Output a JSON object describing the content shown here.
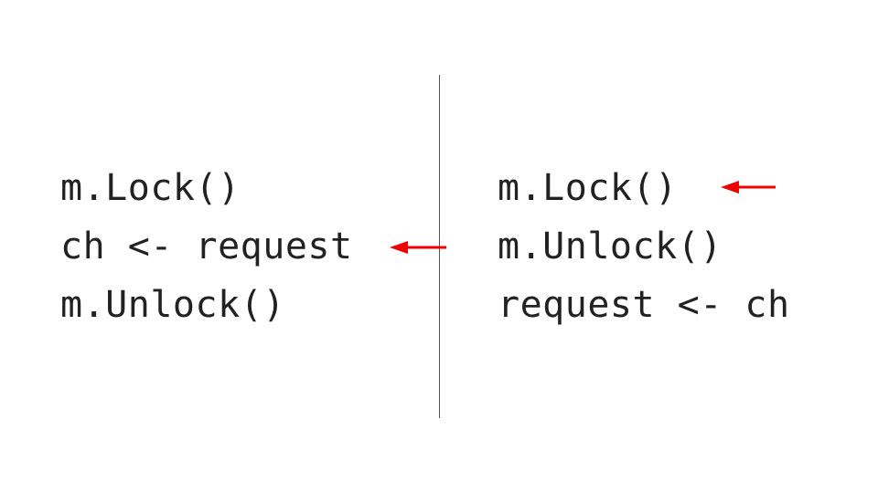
{
  "left_code": {
    "lines": [
      "m.Lock()",
      "ch <- request",
      "m.Unlock()"
    ]
  },
  "right_code": {
    "lines": [
      "m.Lock()",
      "m.Unlock()",
      "request <- ch"
    ]
  },
  "colors": {
    "text": "#222222",
    "divider": "#555555",
    "arrow": "#ee0000",
    "background": "#ffffff"
  },
  "icons": {
    "left_arrow": "left-arrow-icon",
    "right_arrow": "left-arrow-icon"
  }
}
